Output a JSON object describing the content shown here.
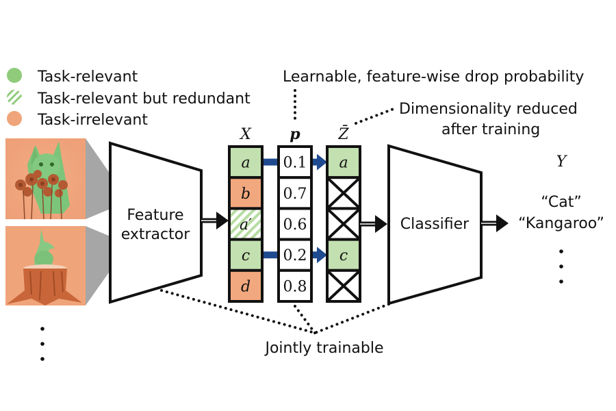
{
  "legend": {
    "items": [
      {
        "label": "Task-relevant",
        "kind": "solid",
        "color": "#8fcb7b"
      },
      {
        "label": "Task-relevant but redundant",
        "kind": "hatched",
        "color": "#8fcb7b"
      },
      {
        "label": "Task-irrelevant",
        "kind": "solid",
        "color": "#f0a47a"
      }
    ]
  },
  "colors": {
    "relevant": "#c3e0b0",
    "irrelevant": "#f2a87e",
    "hatch": "#b7dca3",
    "arrow_blue": "#1f4a8f",
    "image_bg": "#f0a47a",
    "wedge": "#a6a6a6"
  },
  "annotations": {
    "drop_prob": "Learnable, feature-wise drop probability",
    "dim_reduced_line1": "Dimensionality reduced",
    "dim_reduced_line2": "after training",
    "jointly": "Jointly trainable"
  },
  "images": [
    {
      "label": "cat-image",
      "subject": "cat behind flowers"
    },
    {
      "label": "kangaroo-image",
      "subject": "kangaroo behind tree stump"
    }
  ],
  "images_more": "⋮",
  "feature_extractor": {
    "line1": "Feature",
    "line2": "extractor"
  },
  "classifier": {
    "label": "Classifier"
  },
  "columns": {
    "x_label": "X",
    "p_label": "p",
    "z_label": "Z̄",
    "rows": [
      {
        "x": "a",
        "x_type": "relevant",
        "p": "0.1",
        "kept": true,
        "z": "a"
      },
      {
        "x": "b",
        "x_type": "irrelevant",
        "p": "0.7",
        "kept": false,
        "z": ""
      },
      {
        "x": "a′",
        "x_type": "redundant",
        "p": "0.6",
        "kept": false,
        "z": ""
      },
      {
        "x": "c",
        "x_type": "relevant",
        "p": "0.2",
        "kept": true,
        "z": "c"
      },
      {
        "x": "d",
        "x_type": "irrelevant",
        "p": "0.8",
        "kept": false,
        "z": ""
      }
    ]
  },
  "outputs": {
    "label": "Y",
    "items": [
      "“Cat”",
      "“Kangaroo”"
    ],
    "more": "⋮"
  }
}
